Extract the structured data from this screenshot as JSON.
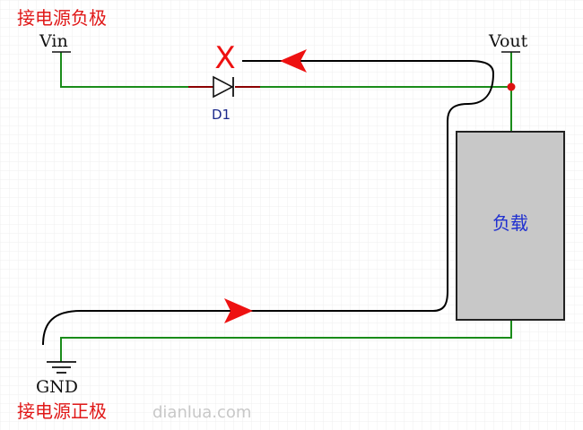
{
  "labels": {
    "vin_note": "接电源负极",
    "gnd_note": "接电源正极",
    "vin": "Vin",
    "vout": "Vout",
    "gnd": "GND",
    "diode": "D1",
    "load": "负载",
    "watermark": "dianlua.com"
  },
  "markers": {
    "blocked": "X"
  },
  "colors": {
    "wire": "#1a8c1a",
    "diode": "#8b0000",
    "arrow": "#ee1111",
    "current_path": "#000000",
    "load_fill": "#c8c8c8",
    "junction": "#dd1111",
    "grid": "#eeeeee"
  }
}
